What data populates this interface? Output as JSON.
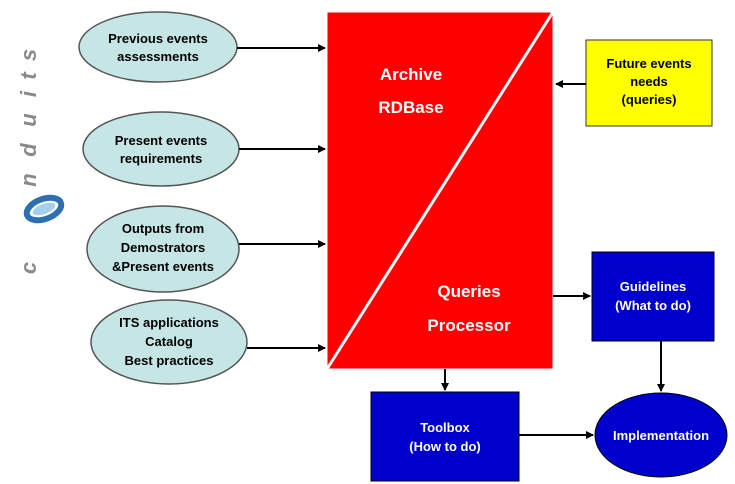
{
  "logo": {
    "letters": [
      "c",
      "n",
      "d",
      "u",
      "i",
      "t",
      "s"
    ],
    "ring_colors": [
      "#2e6fb0",
      "#8fc3e8"
    ],
    "text_color": "#8a8a8a"
  },
  "inputs": [
    {
      "lines": [
        "Previous events",
        "assessments"
      ]
    },
    {
      "lines": [
        "Present events",
        "requirements"
      ]
    },
    {
      "lines": [
        "Outputs from",
        "Demostrators",
        "&Present events"
      ]
    },
    {
      "lines": [
        "ITS applications",
        "Catalog",
        "Best practices"
      ]
    }
  ],
  "central": {
    "top_lines": [
      "Archive",
      "RDBase"
    ],
    "bottom_lines": [
      "Queries",
      "Processor"
    ]
  },
  "future": {
    "lines": [
      "Future events",
      "needs",
      "(queries)"
    ]
  },
  "guidelines": {
    "lines": [
      "Guidelines",
      "(What to do)"
    ]
  },
  "toolbox": {
    "lines": [
      "Toolbox",
      "(How to do)"
    ]
  },
  "implementation": {
    "lines": [
      "Implementation"
    ]
  },
  "colors": {
    "input_fill": "#c6e6e6",
    "central_fill": "#ff0000",
    "future_fill": "#ffff00",
    "output_fill": "#0000cc",
    "arrow": "#000000",
    "white_text": "#ffffff",
    "dark_text": "#000000"
  }
}
